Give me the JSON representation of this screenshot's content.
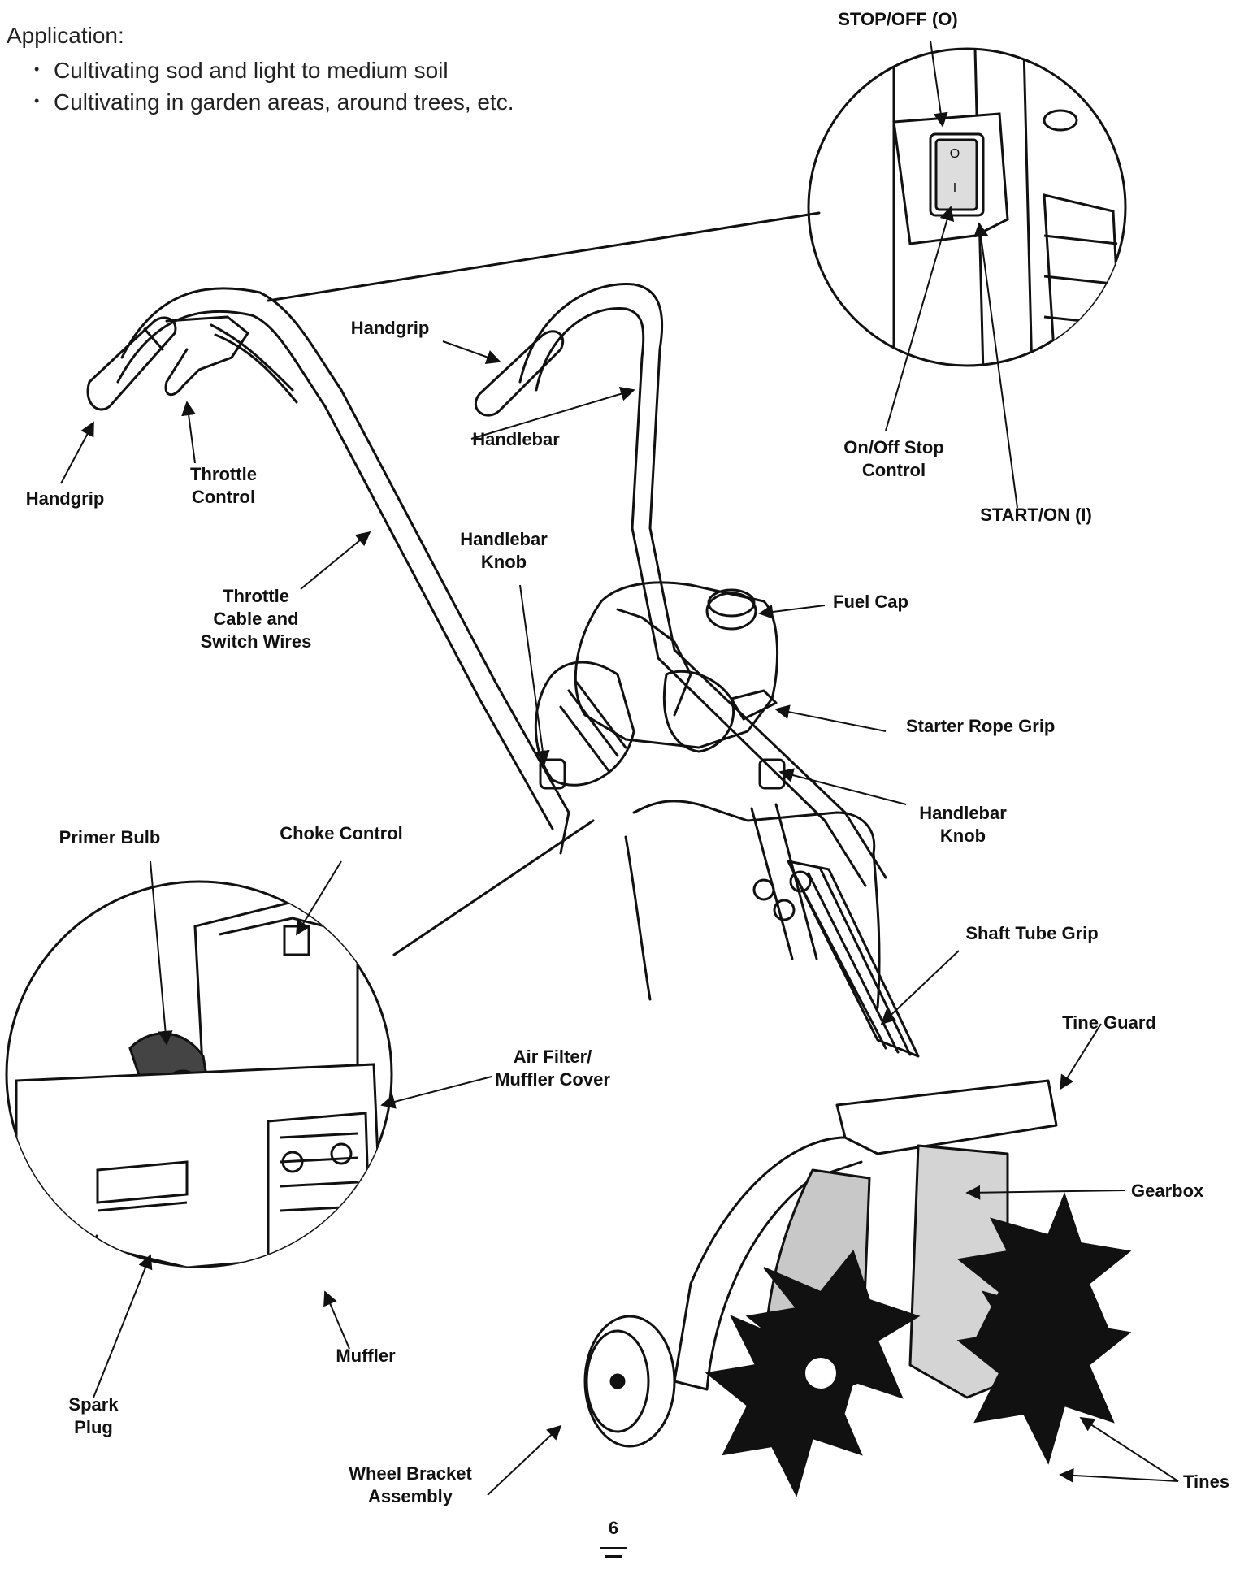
{
  "application": {
    "heading": "Application:",
    "items": [
      "Cultivating sod and light to medium soil",
      "Cultivating in garden areas, around trees, etc."
    ]
  },
  "labels": {
    "stop_off": "STOP/OFF (O)",
    "handgrip_right": "Handgrip",
    "handgrip_left": "Handgrip",
    "throttle_control": "Throttle\nControl",
    "handlebar": "Handlebar",
    "on_off_stop_control": "On/Off Stop\nControl",
    "start_on": "START/ON (I)",
    "handlebar_knob_top": "Handlebar\nKnob",
    "throttle_cable": "Throttle\nCable and\nSwitch Wires",
    "fuel_cap": "Fuel Cap",
    "starter_rope_grip": "Starter Rope Grip",
    "handlebar_knob_right": "Handlebar\nKnob",
    "primer_bulb": "Primer Bulb",
    "choke_control": "Choke Control",
    "shaft_tube_grip": "Shaft Tube Grip",
    "tine_guard": "Tine Guard",
    "air_filter": "Air Filter/\nMuffler Cover",
    "gearbox": "Gearbox",
    "muffler": "Muffler",
    "spark_plug": "Spark\nPlug",
    "wheel_bracket": "Wheel Bracket\nAssembly",
    "tines": "Tines"
  },
  "switch_marks": {
    "off": "O",
    "on": "I"
  },
  "page_number": "6"
}
